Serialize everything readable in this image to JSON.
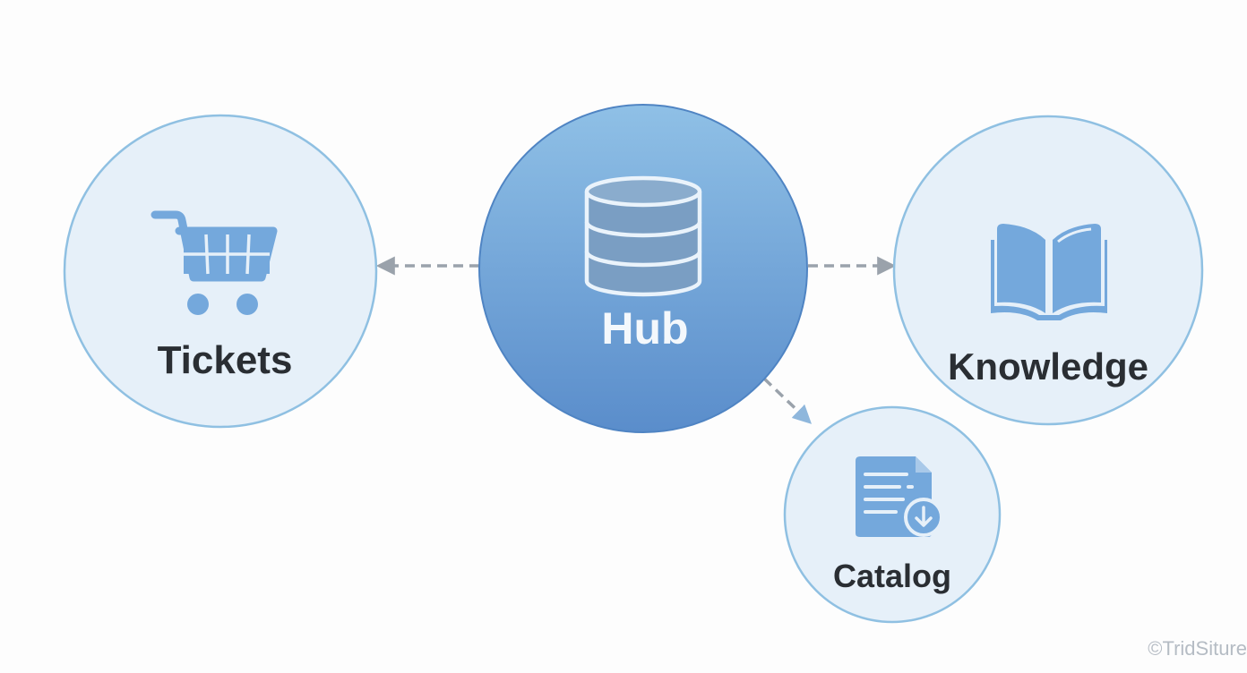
{
  "nodes": {
    "hub": {
      "label": "Hub",
      "icon": "database-icon"
    },
    "tickets": {
      "label": "Tickets",
      "icon": "shopping-cart-icon"
    },
    "knowledge": {
      "label": "Knowledge",
      "icon": "open-book-icon"
    },
    "catalog": {
      "label": "Catalog",
      "icon": "document-download-icon"
    }
  },
  "edges": [
    {
      "from": "Hub",
      "to": "Tickets",
      "style": "dashed"
    },
    {
      "from": "Hub",
      "to": "Knowledge",
      "style": "dashed"
    },
    {
      "from": "Hub",
      "to": "Catalog",
      "style": "dashed"
    }
  ],
  "watermark": "©TridSiture",
  "colors": {
    "hub_fill_top": "#8dbde4",
    "hub_fill_bottom": "#5a8fcc",
    "node_fill": "#e6f0f9",
    "node_stroke": "#8fc0e2",
    "icon_blue": "#74a8dc",
    "edge_gray": "#9aa2ab",
    "label_dark": "#2a2e33"
  }
}
